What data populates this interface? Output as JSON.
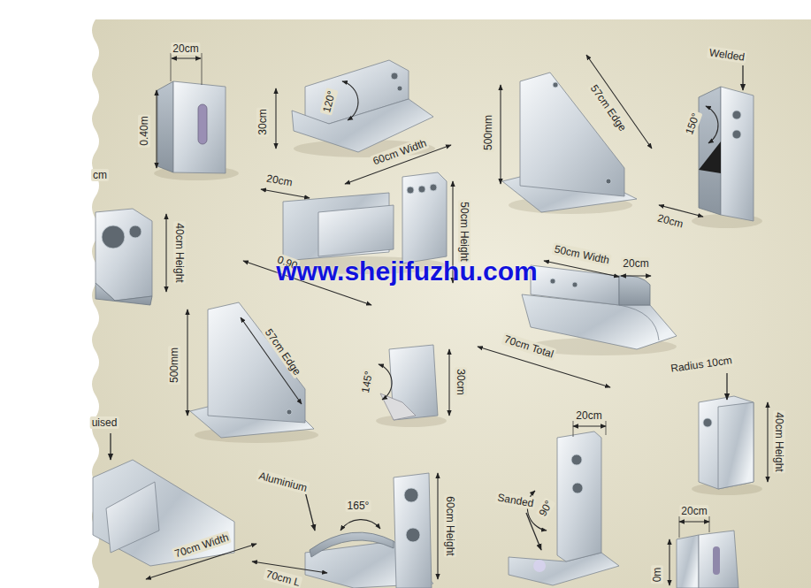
{
  "diagram": {
    "labels": [
      "20cm",
      "0.40m",
      "120°",
      "30cm",
      "60cm Width",
      "500mm",
      "57cm Edge",
      "Welded",
      "150°",
      "20cm",
      "cm",
      "40cm Height",
      "20cm",
      "0.90",
      "50cm Height",
      "www.shejifuzhu.com",
      "50cm Width",
      "20cm",
      "70cm Total",
      "500mm",
      "57cm Edge",
      "145°",
      "30cm",
      "Radius 10cm",
      "40cm Height",
      "uised",
      "70cm Width",
      "Aluminium",
      "165°",
      "60cm Height",
      "70cm L",
      "20cm",
      "Sanded",
      "90°",
      "20cm",
      "0m"
    ]
  }
}
